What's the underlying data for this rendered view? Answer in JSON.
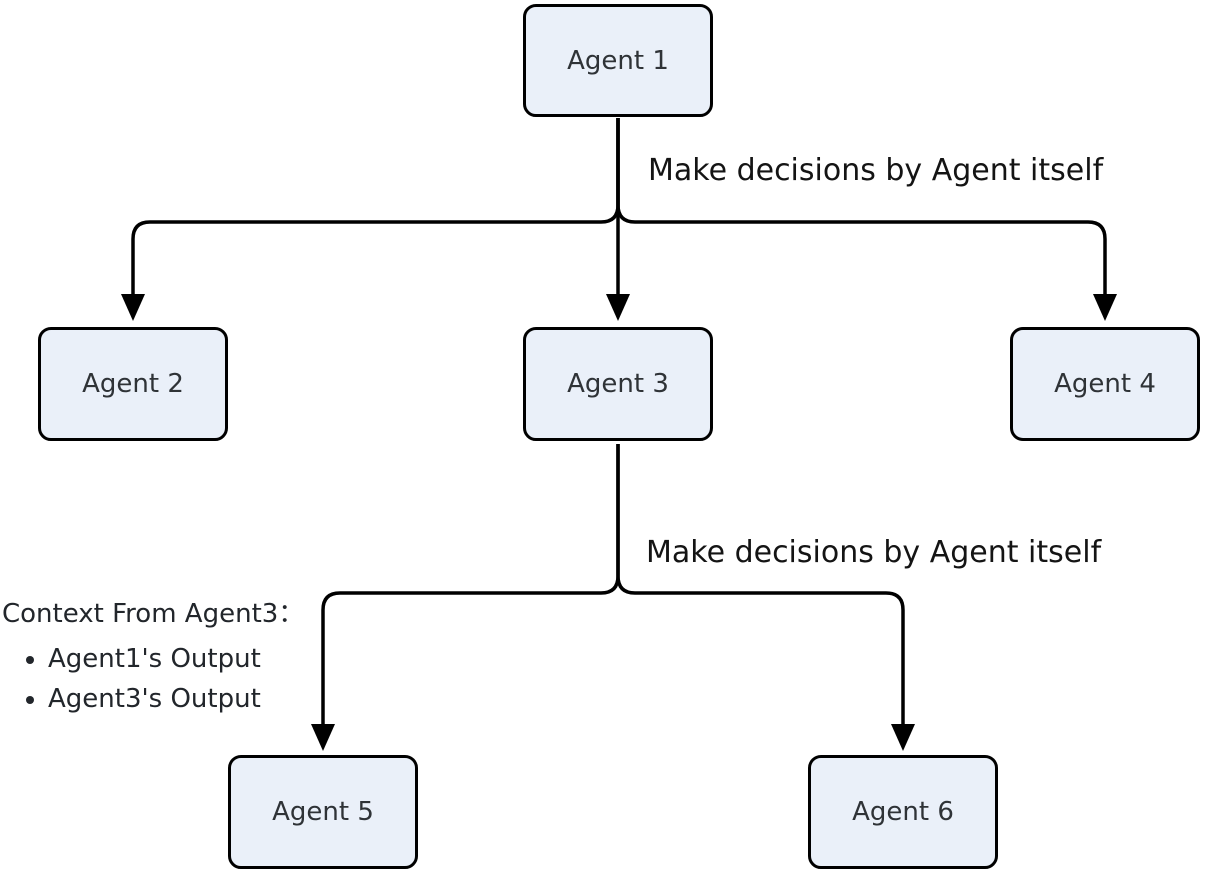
{
  "diagram": {
    "type": "flowchart",
    "background": "#ffffff",
    "colors": {
      "node_fill": "#eaf0f9",
      "node_border": "#000000",
      "node_text": "#2f3337",
      "edge_stroke": "#000000",
      "label_text": "#141414"
    },
    "nodes": [
      {
        "id": "agent-1",
        "label": "Agent 1"
      },
      {
        "id": "agent-2",
        "label": "Agent 2"
      },
      {
        "id": "agent-3",
        "label": "Agent 3"
      },
      {
        "id": "agent-4",
        "label": "Agent 4"
      },
      {
        "id": "agent-5",
        "label": "Agent 5"
      },
      {
        "id": "agent-6",
        "label": "Agent 6"
      }
    ],
    "edges": [
      {
        "from": "Agent 1",
        "to": "Agent 2"
      },
      {
        "from": "Agent 1",
        "to": "Agent 3"
      },
      {
        "from": "Agent 1",
        "to": "Agent 4"
      },
      {
        "from": "Agent 3",
        "to": "Agent 5"
      },
      {
        "from": "Agent 3",
        "to": "Agent 6"
      }
    ],
    "edge_labels": [
      {
        "text": "Make decisions by Agent itself"
      },
      {
        "text": "Make decisions by Agent itself"
      }
    ],
    "annotation": {
      "title": "Context From Agent3：",
      "items": [
        "Agent1's Output",
        "Agent3's Output"
      ]
    }
  }
}
